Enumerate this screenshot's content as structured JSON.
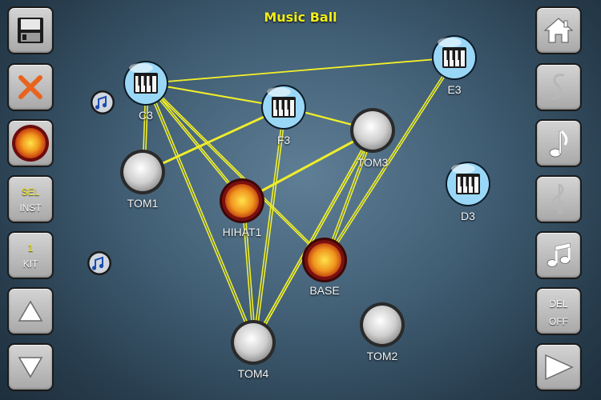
{
  "app": {
    "title": "Music Ball"
  },
  "left_toolbar": {
    "save": {
      "icon": "floppy-disk-icon"
    },
    "delete": {
      "icon": "close-x-icon"
    },
    "ball": {
      "icon": "orange-ball-icon"
    },
    "select_instrument": {
      "line1": "SEL",
      "line2": "INST"
    },
    "kit": {
      "line1": "1",
      "line2": "KIT"
    },
    "up": {
      "icon": "arrow-up-icon"
    },
    "down": {
      "icon": "arrow-down-icon"
    }
  },
  "right_toolbar": {
    "home": {
      "icon": "home-icon"
    },
    "mode1": {
      "icon": "s-curve-icon"
    },
    "mode2": {
      "icon": "eighth-note-icon"
    },
    "mode3": {
      "icon": "treble-clef-icon"
    },
    "mode4": {
      "icon": "beamed-notes-icon"
    },
    "delete_toggle": {
      "line1": "DEL",
      "line2": "OFF"
    },
    "play": {
      "icon": "play-icon"
    }
  },
  "nodes": [
    {
      "id": "C3",
      "label": "C3",
      "kind": "piano"
    },
    {
      "id": "F3",
      "label": "F3",
      "kind": "piano"
    },
    {
      "id": "E3",
      "label": "E3",
      "kind": "piano"
    },
    {
      "id": "D3",
      "label": "D3",
      "kind": "piano"
    },
    {
      "id": "TOM1",
      "label": "TOM1",
      "kind": "tom"
    },
    {
      "id": "TOM2",
      "label": "TOM2",
      "kind": "tom"
    },
    {
      "id": "TOM3",
      "label": "TOM3",
      "kind": "tom"
    },
    {
      "id": "TOM4",
      "label": "TOM4",
      "kind": "tom"
    },
    {
      "id": "HIHAT1",
      "label": "HIHAT1",
      "kind": "drum"
    },
    {
      "id": "BASE",
      "label": "BASE",
      "kind": "drum"
    }
  ],
  "links": [
    [
      "C3",
      "F3"
    ],
    [
      "C3",
      "E3"
    ],
    [
      "C3",
      "TOM1"
    ],
    [
      "C3",
      "HIHAT1"
    ],
    [
      "C3",
      "TOM4"
    ],
    [
      "C3",
      "BASE"
    ],
    [
      "F3",
      "TOM3"
    ],
    [
      "F3",
      "TOM4"
    ],
    [
      "E3",
      "BASE"
    ],
    [
      "TOM1",
      "F3"
    ],
    [
      "TOM4",
      "TOM3"
    ],
    [
      "TOM4",
      "HIHAT1"
    ],
    [
      "HIHAT1",
      "TOM3"
    ],
    [
      "BASE",
      "TOM3"
    ],
    [
      "TOM4",
      "TOM3"
    ]
  ],
  "colors": {
    "link": "#f0ee2a",
    "title": "#f2ee1a",
    "sel_text": "#f1e51b"
  }
}
